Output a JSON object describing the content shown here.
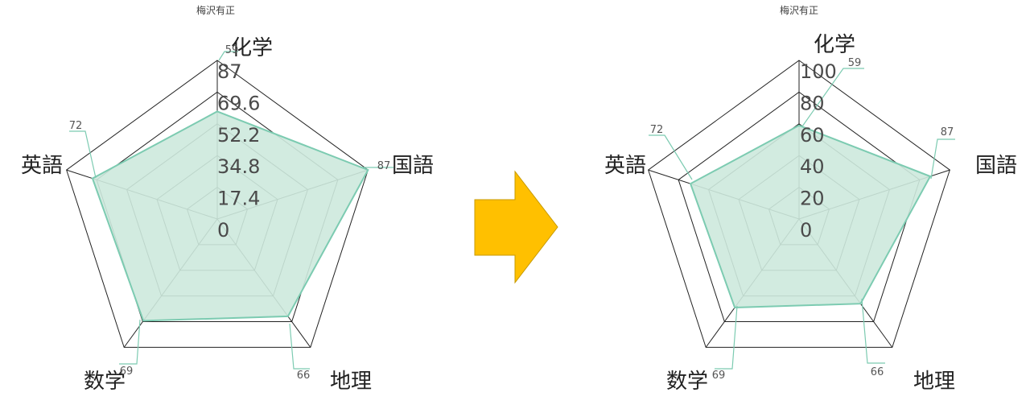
{
  "colors": {
    "fill": "#cde9dd",
    "stroke": "#7ccbb1",
    "arrow_fill": "#ffc000",
    "arrow_stroke": "#c79a00"
  },
  "arrow_icon": "right-arrow-icon",
  "chart_data": [
    {
      "type": "radar",
      "title": "梅沢有正",
      "categories": [
        "化学",
        "国語",
        "地理",
        "数学",
        "英語"
      ],
      "values": [
        59,
        87,
        66,
        69,
        72
      ],
      "rlim": [
        0,
        87
      ],
      "ticks": [
        "0",
        "17.4",
        "34.8",
        "52.2",
        "69.6",
        "87"
      ],
      "data_labels": [
        "59",
        "87",
        "66",
        "69",
        "72"
      ],
      "grid": true
    },
    {
      "type": "radar",
      "title": "梅沢有正",
      "categories": [
        "化学",
        "国語",
        "地理",
        "数学",
        "英語"
      ],
      "values": [
        59,
        87,
        66,
        69,
        72
      ],
      "rlim": [
        0,
        100
      ],
      "ticks": [
        "0",
        "20",
        "40",
        "60",
        "80",
        "100"
      ],
      "data_labels": [
        "59",
        "87",
        "66",
        "69",
        "72"
      ],
      "grid": true
    }
  ]
}
